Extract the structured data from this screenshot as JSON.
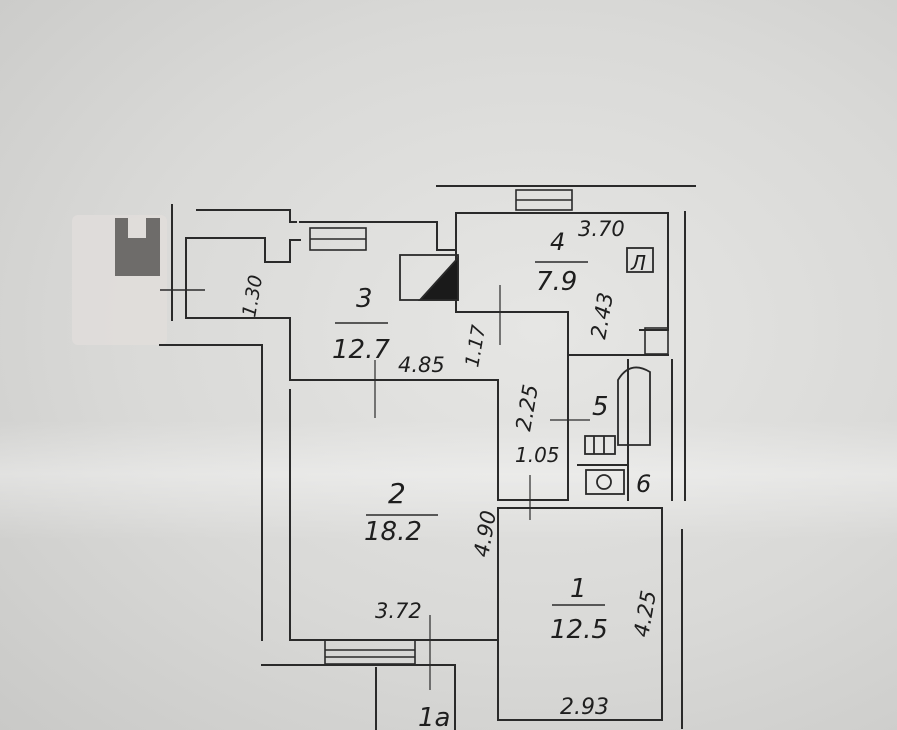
{
  "plan": {
    "rooms": [
      {
        "number": "1",
        "area": "12.5"
      },
      {
        "number": "2",
        "area": "18.2"
      },
      {
        "number": "3",
        "area": "12.7"
      },
      {
        "number": "4",
        "area": "7.9"
      },
      {
        "number": "5"
      },
      {
        "number": "6"
      },
      {
        "number": "1a"
      }
    ],
    "dimensions": [
      "3.70",
      "2.43",
      "1.30",
      "4.85",
      "1.17",
      "2.25",
      "1.05",
      "4.90",
      "3.72",
      "4.25",
      "2.93"
    ],
    "symbols": {
      "stove_label": "Л",
      "toilet_label": "О"
    }
  }
}
